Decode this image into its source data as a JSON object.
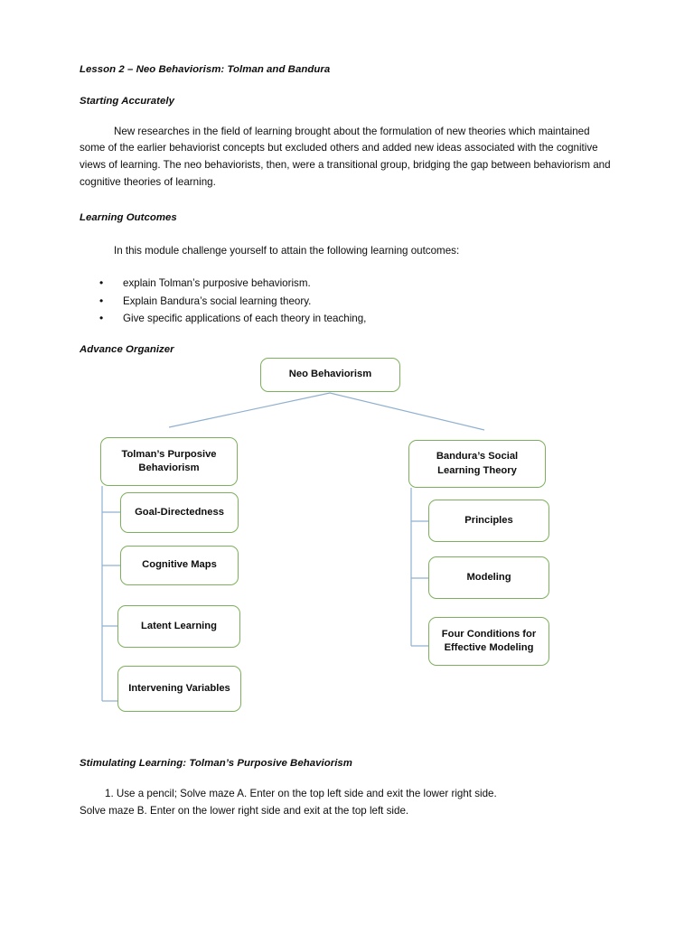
{
  "document": {
    "lesson_title": "Lesson 2 – Neo Behaviorism: Tolman and Bandura",
    "sections": {
      "starting_accurately": {
        "heading": "Starting Accurately",
        "paragraph": "New researches in the field of learning brought about the formulation of new theories which maintained some of the earlier behaviorist concepts but excluded others and added new ideas associated with the cognitive views of learning. The neo behaviorists, then, were a transitional group, bridging the gap between behaviorism and cognitive theories of learning."
      },
      "learning_outcomes": {
        "heading": "Learning Outcomes",
        "intro": "In this module challenge yourself to attain the following learning outcomes:",
        "bullet_char": "•",
        "items": [
          "explain Tolman’s purposive behaviorism.",
          "Explain Bandura’s social learning theory.",
          "Give specific applications of each theory in teaching,"
        ]
      },
      "advance_organizer": {
        "heading": "Advance Organizer"
      },
      "stimulating_learning": {
        "heading": "Stimulating Learning: Tolman’s Purposive Behaviorism",
        "line1": "1. Use a pencil; Solve maze A. Enter on the top left side and exit the lower right side.",
        "line2": "Solve maze B. Enter on the lower right side and exit at the top left side."
      }
    }
  },
  "diagram": {
    "colors": {
      "node_border": "#7cb05c",
      "connector": "#8fb0d0",
      "node_fill": "#ffffff",
      "text": "#0d0d0d"
    },
    "root": {
      "label": "Neo Behaviorism"
    },
    "branches": [
      {
        "label": "Tolman’s Purposive Behaviorism",
        "children": [
          {
            "label": "Goal-Directedness"
          },
          {
            "label": "Cognitive Maps"
          },
          {
            "label": "Latent Learning"
          },
          {
            "label": "Intervening Variables"
          }
        ]
      },
      {
        "label": "Bandura’s Social Learning Theory",
        "children": [
          {
            "label": "Principles"
          },
          {
            "label": "Modeling"
          },
          {
            "label": "Four Conditions for Effective Modeling"
          }
        ]
      }
    ]
  }
}
